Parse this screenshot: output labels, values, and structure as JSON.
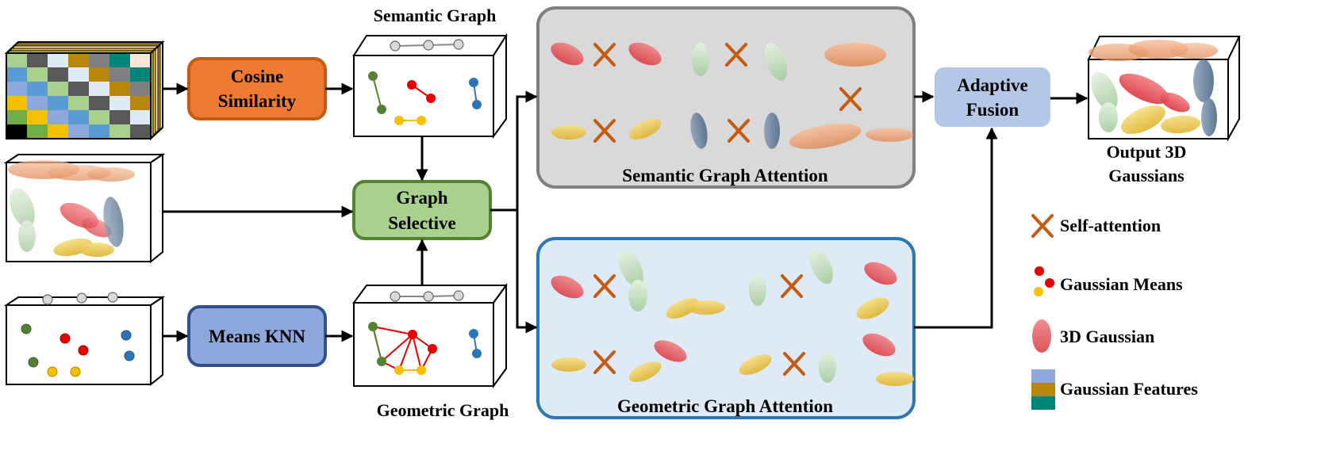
{
  "labels": {
    "semantic_graph": "Semantic Graph",
    "geometric_graph": "Geometric Graph",
    "cosine_line1": "Cosine",
    "cosine_line2": "Similarity",
    "means_knn": "Means KNN",
    "selective_line1": "Graph",
    "selective_line2": "Selective",
    "semantic_attention": "Semantic Graph Attention",
    "geometric_attention": "Geometric Graph Attention",
    "fusion_line1": "Adaptive",
    "fusion_line2": "Fusion",
    "output_line1": "Output 3D",
    "output_line2": "Gaussians"
  },
  "legend": [
    {
      "icon": "x-mark",
      "label": "Self-attention"
    },
    {
      "icon": "means-dots",
      "label": "Gaussian Means"
    },
    {
      "icon": "ellipsoid",
      "label": "3D Gaussian"
    },
    {
      "icon": "feature-stack",
      "label": "Gaussian Features"
    }
  ],
  "colors": {
    "cosine_fill": "#EE7A33",
    "cosine_border": "#C55A11",
    "knn_fill": "#8FA8DC",
    "knn_border": "#2F528F",
    "selective_fill": "#A9D18E",
    "selective_border": "#548235",
    "semantic_panel_fill": "#D9D9D9",
    "semantic_panel_border": "#7F7F7F",
    "geometric_panel_fill": "#DEEBF7",
    "geometric_panel_border": "#2E75B6",
    "fusion_fill": "#B4C7E7",
    "cross": "#C55A11",
    "red": "#E0474C",
    "orange": "#F0A070",
    "green": "#C5DFC0",
    "yellow": "#EFC94C",
    "blue": "#5E7A99"
  }
}
